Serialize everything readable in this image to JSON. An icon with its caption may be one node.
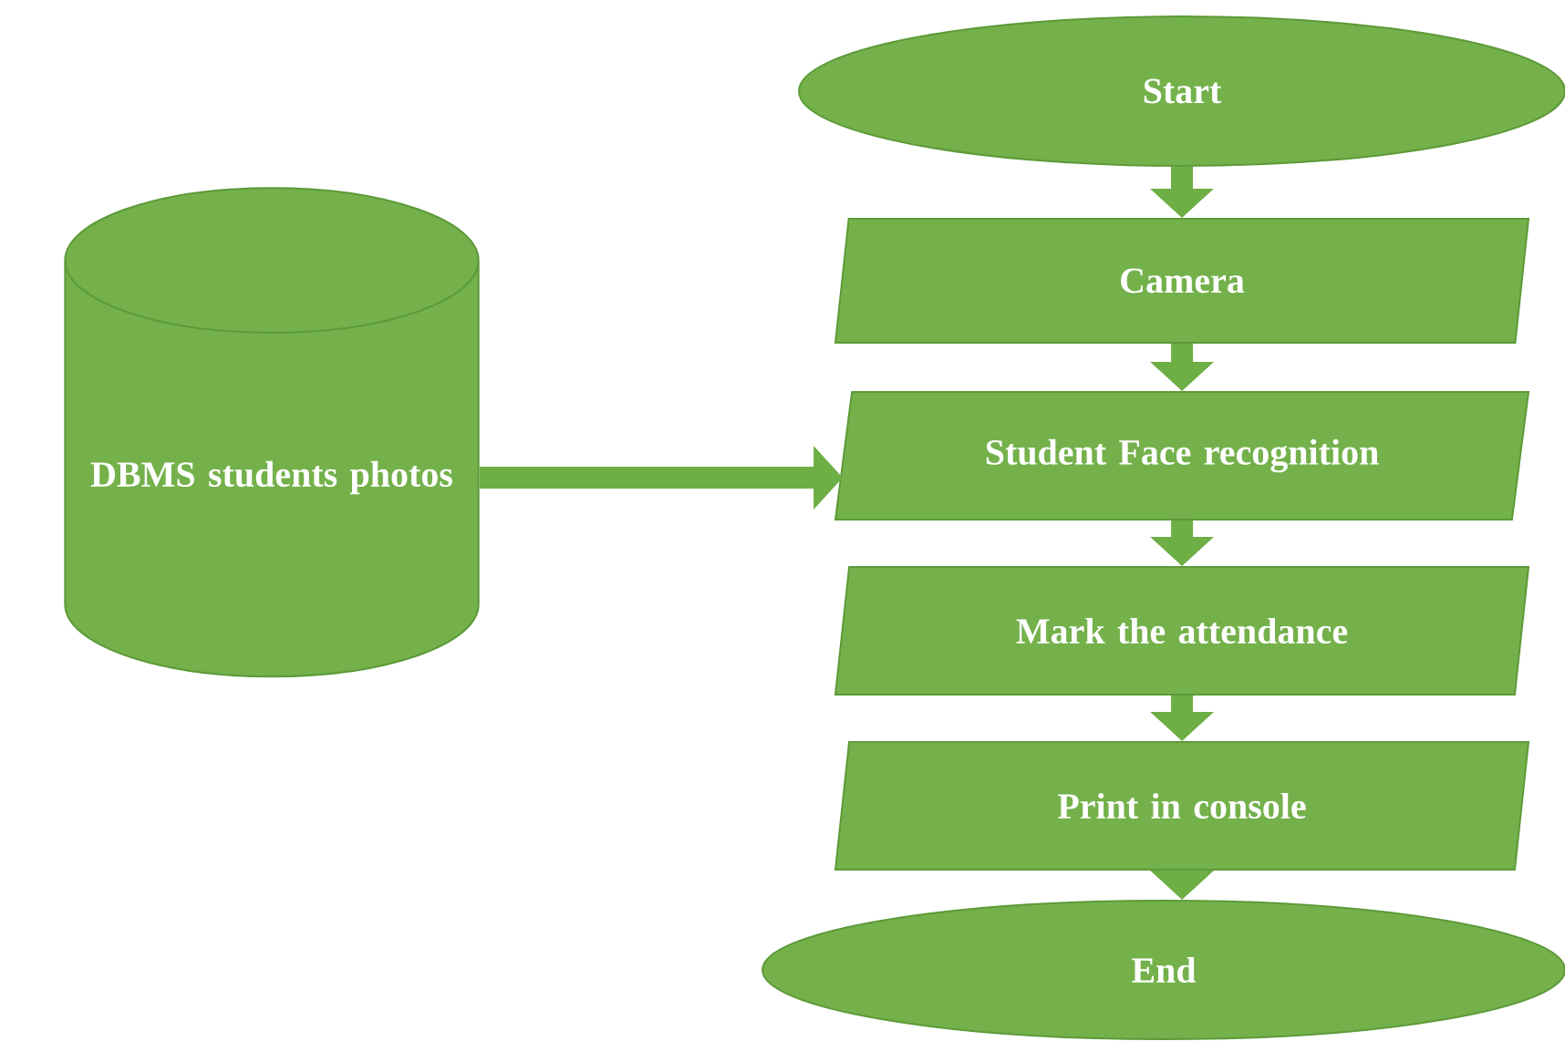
{
  "diagram": {
    "nodes": [
      {
        "text": [
          "Start"
        ]
      },
      {
        "text": [
          "Camera"
        ]
      },
      {
        "text": [
          "Student Face recognition"
        ]
      },
      {
        "text": [
          "Mark the attendance"
        ]
      },
      {
        "text": [
          "Print in console"
        ]
      },
      {
        "text": [
          "End"
        ]
      },
      {
        "text": [
          "DBMS students photos"
        ]
      }
    ],
    "edges": [
      {
        "from": 0,
        "to": 1,
        "arrow": "to"
      },
      {
        "from": 1,
        "to": 2,
        "arrow": "to"
      },
      {
        "from": 2,
        "to": 3,
        "arrow": "to"
      },
      {
        "from": 3,
        "to": 4,
        "arrow": "to"
      },
      {
        "from": 4,
        "to": 5,
        "arrow": "to"
      },
      {
        "from": 6,
        "to": 2,
        "arrow": "to"
      }
    ]
  }
}
